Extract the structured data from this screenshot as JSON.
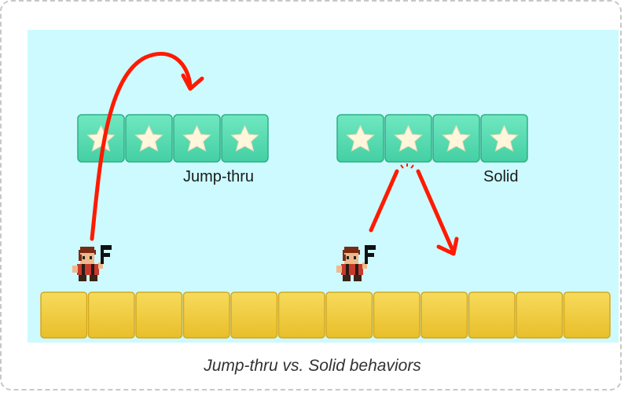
{
  "platforms": [
    {
      "id": "jump-thru",
      "label": "Jump-thru",
      "stars": 4
    },
    {
      "id": "solid",
      "label": "Solid",
      "stars": 4
    }
  ],
  "ground": {
    "tiles": 12
  },
  "caption": "Jump-thru vs. Solid behaviors",
  "colors": {
    "sky": "#ccfaff",
    "star_block": "#5ee0b5",
    "star": "#fff6dc",
    "ground_block": "#f2cd3f",
    "arrow": "#ff1a00"
  },
  "icons": [
    "player-sprite-icon",
    "flag-icon",
    "star-icon",
    "arrow-icon"
  ]
}
